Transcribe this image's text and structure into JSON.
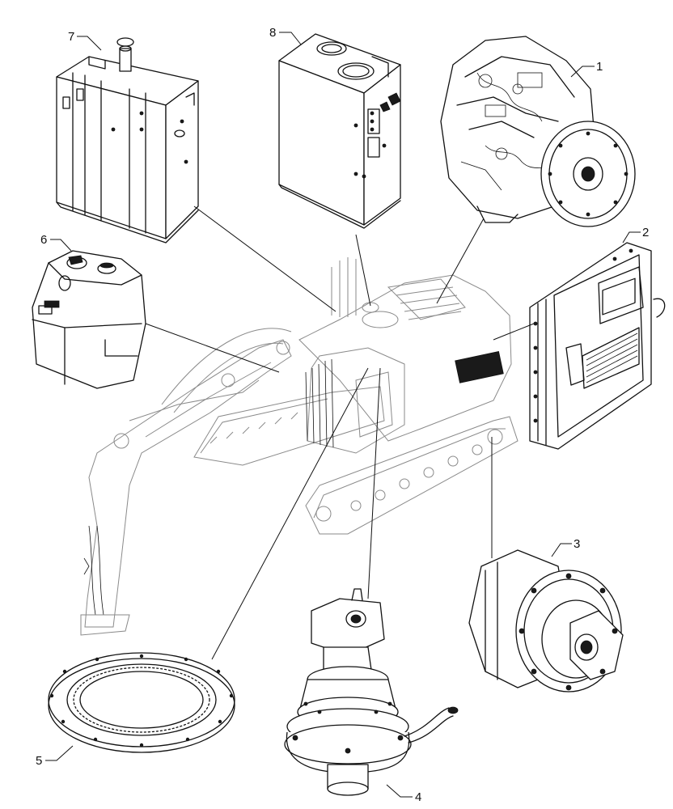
{
  "callouts": [
    {
      "id": "engine",
      "label": "1"
    },
    {
      "id": "radiator",
      "label": "2"
    },
    {
      "id": "travel-motor",
      "label": "3"
    },
    {
      "id": "swing-motor",
      "label": "4"
    },
    {
      "id": "swing-bearing",
      "label": "5"
    },
    {
      "id": "def-tank",
      "label": "6"
    },
    {
      "id": "fuel-tank",
      "label": "7"
    },
    {
      "id": "hydraulic-tank",
      "label": "8"
    }
  ]
}
